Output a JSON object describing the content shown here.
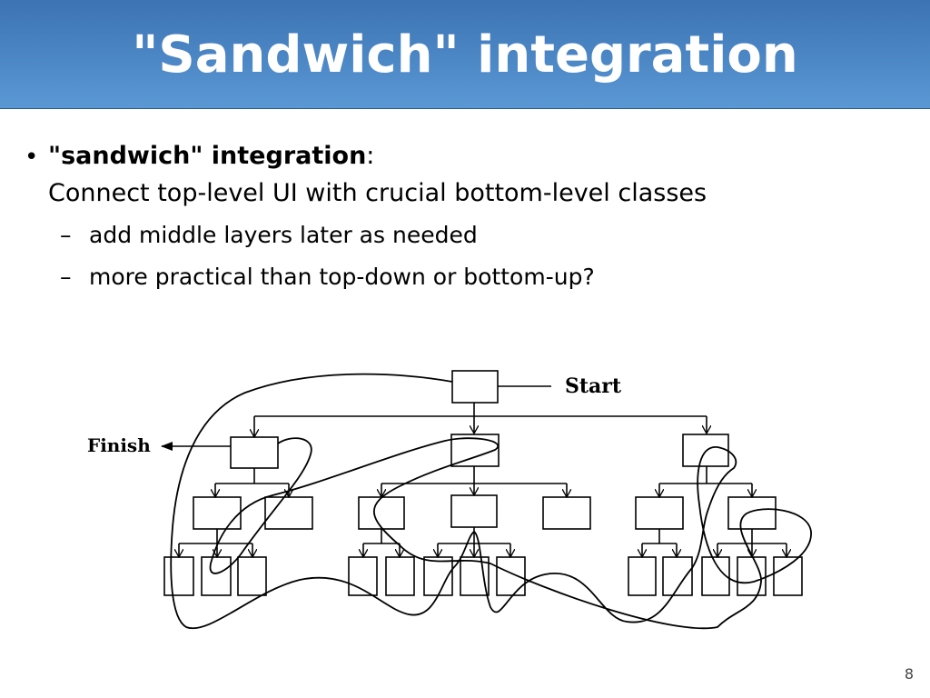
{
  "slide": {
    "title": "\"Sandwich\" integration",
    "page_number": "8"
  },
  "bullet": {
    "bold_text": "\"sandwich\" integration",
    "colon": ":",
    "line2": "Connect top-level UI with crucial bottom-level classes",
    "subitems": [
      {
        "dash": "–",
        "text": "add middle layers later as needed"
      },
      {
        "dash": "–",
        "text": "more practical than top-down or bottom-up?"
      }
    ]
  },
  "diagram": {
    "start_label": "Start",
    "finish_label": "Finish"
  }
}
